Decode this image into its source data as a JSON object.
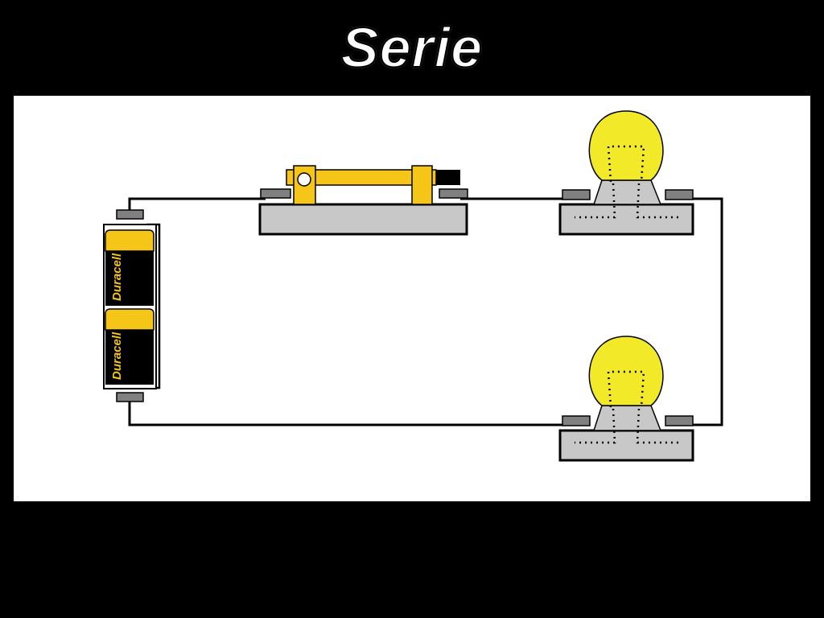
{
  "title": "Serie",
  "colors": {
    "background": "#000000",
    "panel": "#ffffff",
    "wire": "#000000",
    "battery_top": "#f5c518",
    "battery_body": "#000000",
    "battery_text": "#f5c518",
    "bulb": "#f2ea29",
    "base": "#c8c8c8",
    "terminal": "#808080",
    "switch": "#f5c518"
  },
  "batteries": [
    {
      "label": "Duracell"
    },
    {
      "label": "Duracell"
    }
  ],
  "components": {
    "battery_icon": "battery-icon",
    "switch_icon": "knife-switch-icon",
    "bulb_icon": "light-bulb-icon"
  }
}
